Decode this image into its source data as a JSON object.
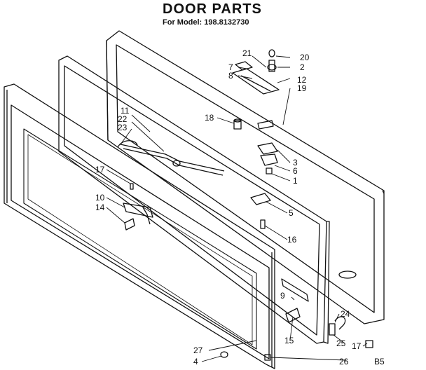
{
  "header": {
    "title": "DOOR PARTS",
    "model_line": "For Model: 198.8132730"
  },
  "callouts": [
    "20",
    "21",
    "2",
    "7",
    "8",
    "12",
    "19",
    "18",
    "11",
    "22",
    "23",
    "3",
    "6",
    "1",
    "17",
    "10",
    "14",
    "5",
    "16",
    "9",
    "24",
    "15",
    "17",
    "25",
    "27",
    "4",
    "26"
  ],
  "page_code": "B5"
}
